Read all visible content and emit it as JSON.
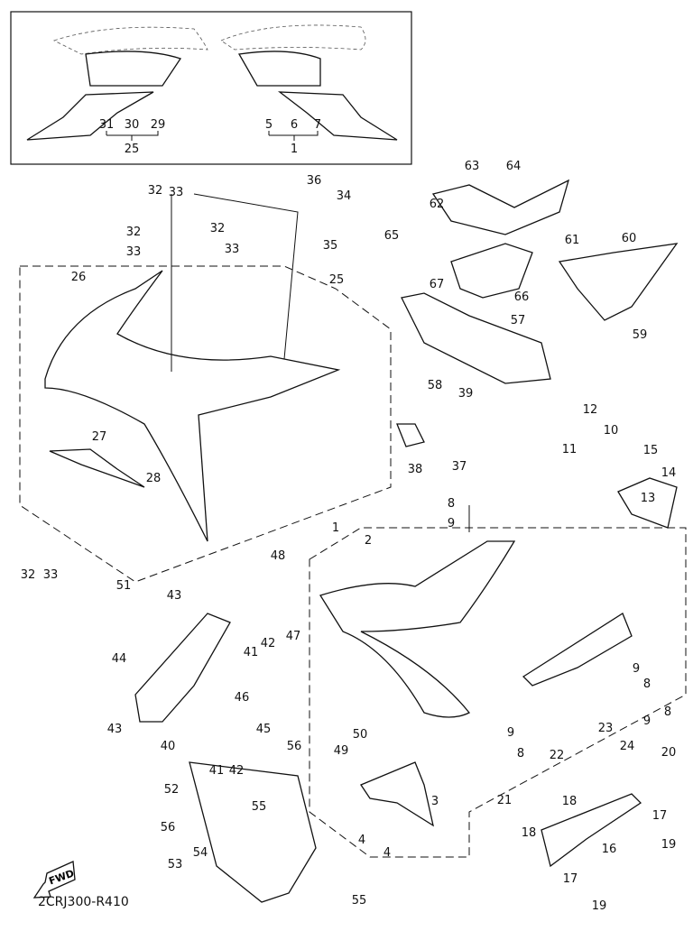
{
  "diagram_code": "2CRJ300-R410",
  "fwd_label": "FWD",
  "inset_labels": [
    "31",
    "30",
    "29",
    "25",
    "5",
    "6",
    "7",
    "1"
  ],
  "callouts": [
    "32",
    "33",
    "32",
    "33",
    "36",
    "34",
    "32",
    "33",
    "35",
    "25",
    "26",
    "27",
    "28",
    "32",
    "33",
    "51",
    "63",
    "64",
    "62",
    "65",
    "61",
    "60",
    "67",
    "66",
    "57",
    "59",
    "58",
    "39",
    "38",
    "37",
    "12",
    "10",
    "11",
    "15",
    "14",
    "13",
    "8",
    "9",
    "1",
    "2",
    "48",
    "43",
    "47",
    "41",
    "42",
    "44",
    "43",
    "46",
    "45",
    "40",
    "41",
    "42",
    "9",
    "8",
    "9",
    "8",
    "9",
    "8",
    "50",
    "49",
    "56",
    "52",
    "56",
    "55",
    "23",
    "24",
    "22",
    "20",
    "21",
    "18",
    "18",
    "17",
    "16",
    "19",
    "3",
    "4",
    "4",
    "54",
    "53",
    "55",
    "17",
    "19"
  ]
}
